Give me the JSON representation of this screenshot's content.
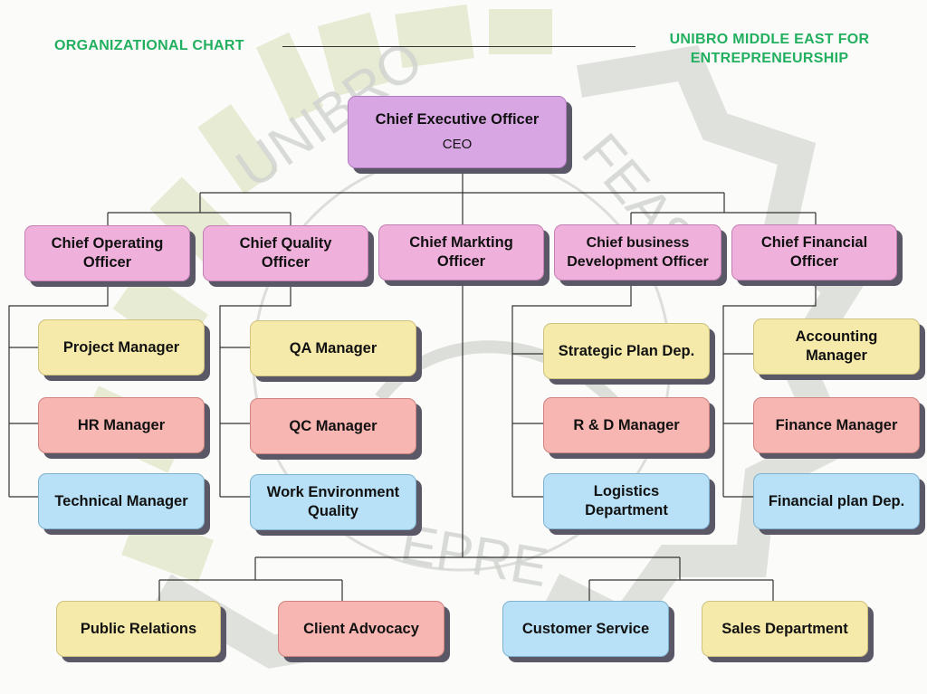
{
  "header": {
    "title": "ORGANIZATIONAL CHART",
    "organization_line1": "UNIBRO MIDDLE EAST FOR",
    "organization_line2": "ENTREPRENEURSHIP",
    "accent_color": "#22b060"
  },
  "ceo": {
    "title": "Chief Executive Officer",
    "abbr": "CEO"
  },
  "chiefs": [
    {
      "label": "Chief Operating Officer"
    },
    {
      "label": "Chief Quality Officer"
    },
    {
      "label": "Chief Markting Officer"
    },
    {
      "label": "Chief business Development Officer"
    },
    {
      "label": "Chief Financial Officer"
    }
  ],
  "operations": [
    {
      "label": "Project Manager"
    },
    {
      "label": "HR Manager"
    },
    {
      "label": "Technical Manager"
    }
  ],
  "quality": [
    {
      "label": "QA Manager"
    },
    {
      "label": "QC Manager"
    },
    {
      "label": "Work Environment Quality"
    }
  ],
  "business_development": [
    {
      "label": "Strategic Plan Dep."
    },
    {
      "label": "R & D Manager"
    },
    {
      "label": "Logistics Department"
    }
  ],
  "finance": [
    {
      "label": "Accounting Manager"
    },
    {
      "label": "Finance Manager"
    },
    {
      "label": "Financial plan Dep."
    }
  ],
  "marketing": [
    {
      "label": "Public Relations"
    },
    {
      "label": "Client Advocacy"
    },
    {
      "label": "Customer Service"
    },
    {
      "label": "Sales Department"
    }
  ],
  "colors": {
    "ceo": "#d9a6e4",
    "chief": "#f0b0dc",
    "tier1": "#f6eaaa",
    "tier2": "#f7b6b2",
    "tier3": "#b8e0f6"
  }
}
